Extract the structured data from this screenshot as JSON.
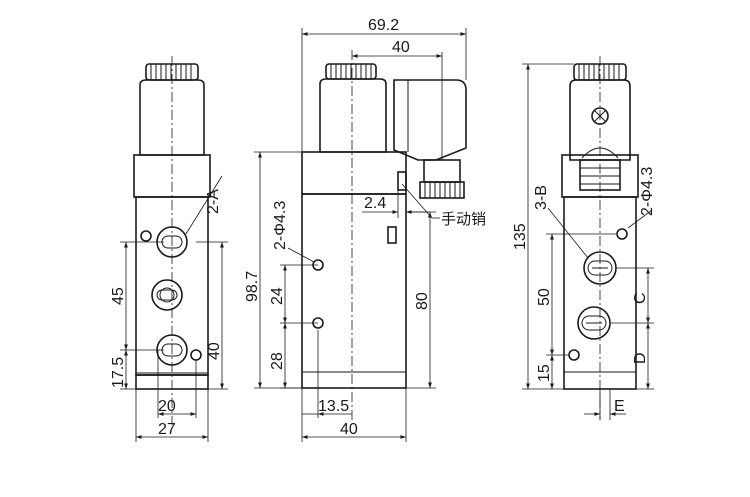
{
  "dimensions": {
    "left_view": {
      "pitch_45": "45",
      "pitch_17_5": "17.5",
      "width_20": "20",
      "width_27": "27",
      "height_40": "40",
      "ports_2A": "2-A"
    },
    "middle_view": {
      "overall_69_2": "69.2",
      "width_40_top": "40",
      "height_98_7": "98.7",
      "holes_2_phi_4_3": "2-Φ4.3",
      "pitch_24": "24",
      "pitch_28": "28",
      "height_80": "80",
      "offset_2_4": "2.4",
      "manual_pin": "手动销",
      "offset_13_5": "13.5",
      "width_40_bottom": "40"
    },
    "right_view": {
      "overall_135": "135",
      "ports_3B": "3-B",
      "holes_2_phi_4_3": "2-Φ4.3",
      "pitch_50": "50",
      "pitch_15": "15",
      "label_C": "C",
      "label_D": "D",
      "label_E": "E"
    }
  }
}
